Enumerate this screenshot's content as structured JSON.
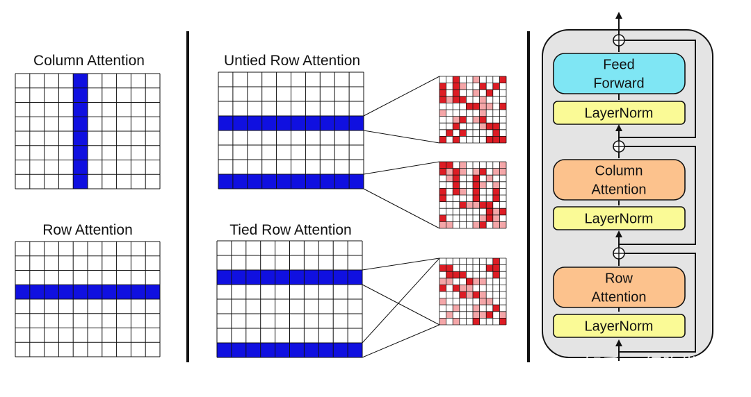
{
  "panels": {
    "column_attention": {
      "title": "Column Attention",
      "rows": 8,
      "cols": 10,
      "highlight_col": 4
    },
    "row_attention": {
      "title": "Row Attention",
      "rows": 8,
      "cols": 10,
      "highlight_row": 3
    },
    "untied_row_attention": {
      "title": "Untied Row Attention",
      "rows": 8,
      "cols": 10,
      "highlight_rows": [
        3,
        7
      ]
    },
    "tied_row_attention": {
      "title": "Tied Row Attention",
      "rows": 8,
      "cols": 10,
      "highlight_rows": [
        2,
        7
      ]
    }
  },
  "attention_maps": {
    "size": 10,
    "count": 3
  },
  "block": {
    "items": [
      {
        "label_lines": [
          "Feed",
          "Forward"
        ],
        "kind": "feed-forward"
      },
      {
        "label_lines": [
          "LayerNorm"
        ],
        "kind": "layernorm"
      },
      {
        "label_lines": [
          "Column",
          "Attention"
        ],
        "kind": "attention"
      },
      {
        "label_lines": [
          "LayerNorm"
        ],
        "kind": "layernorm"
      },
      {
        "label_lines": [
          "Row",
          "Attention"
        ],
        "kind": "attention"
      },
      {
        "label_lines": [
          "LayerNorm"
        ],
        "kind": "layernorm"
      }
    ],
    "add_symbol": "⊕"
  },
  "watermark": "知乎 @细胞世界",
  "colors": {
    "highlight": "#1010e0",
    "grid_line": "#111111",
    "attn_dark": "#dd1c24",
    "attn_light": "#f4a6a8",
    "feed_forward_fill": "#7fe6f4",
    "attention_fill": "#fcc28d",
    "layernorm_fill": "#fafa96",
    "block_bg": "#e4e4e4"
  }
}
